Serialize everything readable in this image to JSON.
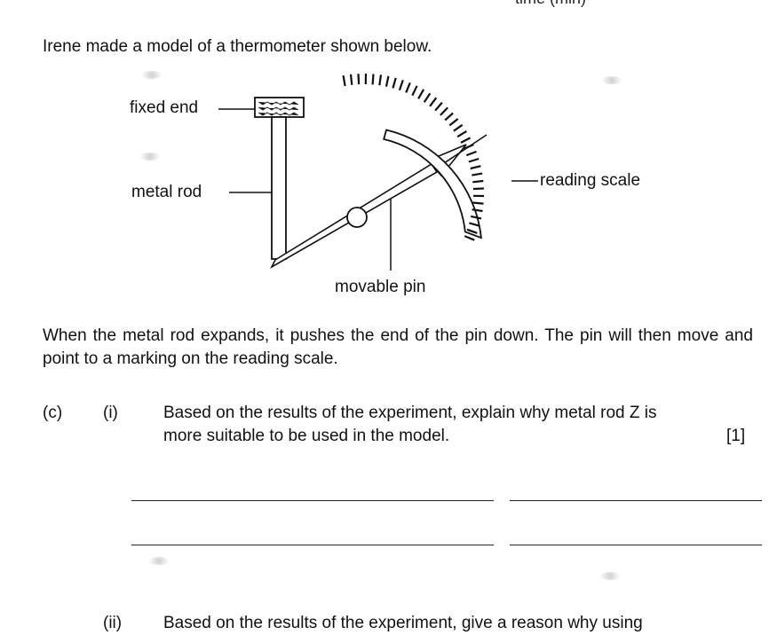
{
  "top_cut_text": "time (min)",
  "intro": "Irene made a model of a thermometer shown below.",
  "diagram": {
    "labels": {
      "fixed_end": "fixed end",
      "metal_rod": "metal rod",
      "reading_scale": "reading scale",
      "movable_pin": "movable pin"
    }
  },
  "explanation": "When the metal rod expands, it pushes the end of the pin down. The pin will then move and point to a marking on the reading scale.",
  "question_c": {
    "label": "(c)",
    "part_i": {
      "label": "(i)",
      "line1": "Based on the results of the experiment, explain why metal rod Z is",
      "line2": "more suitable to be used in the model.",
      "marks": "[1]"
    },
    "part_ii": {
      "label": "(ii)",
      "line1": "Based on the results of the experiment, give a reason why using"
    }
  },
  "colors": {
    "ink": "#111111",
    "paper": "#ffffff"
  }
}
